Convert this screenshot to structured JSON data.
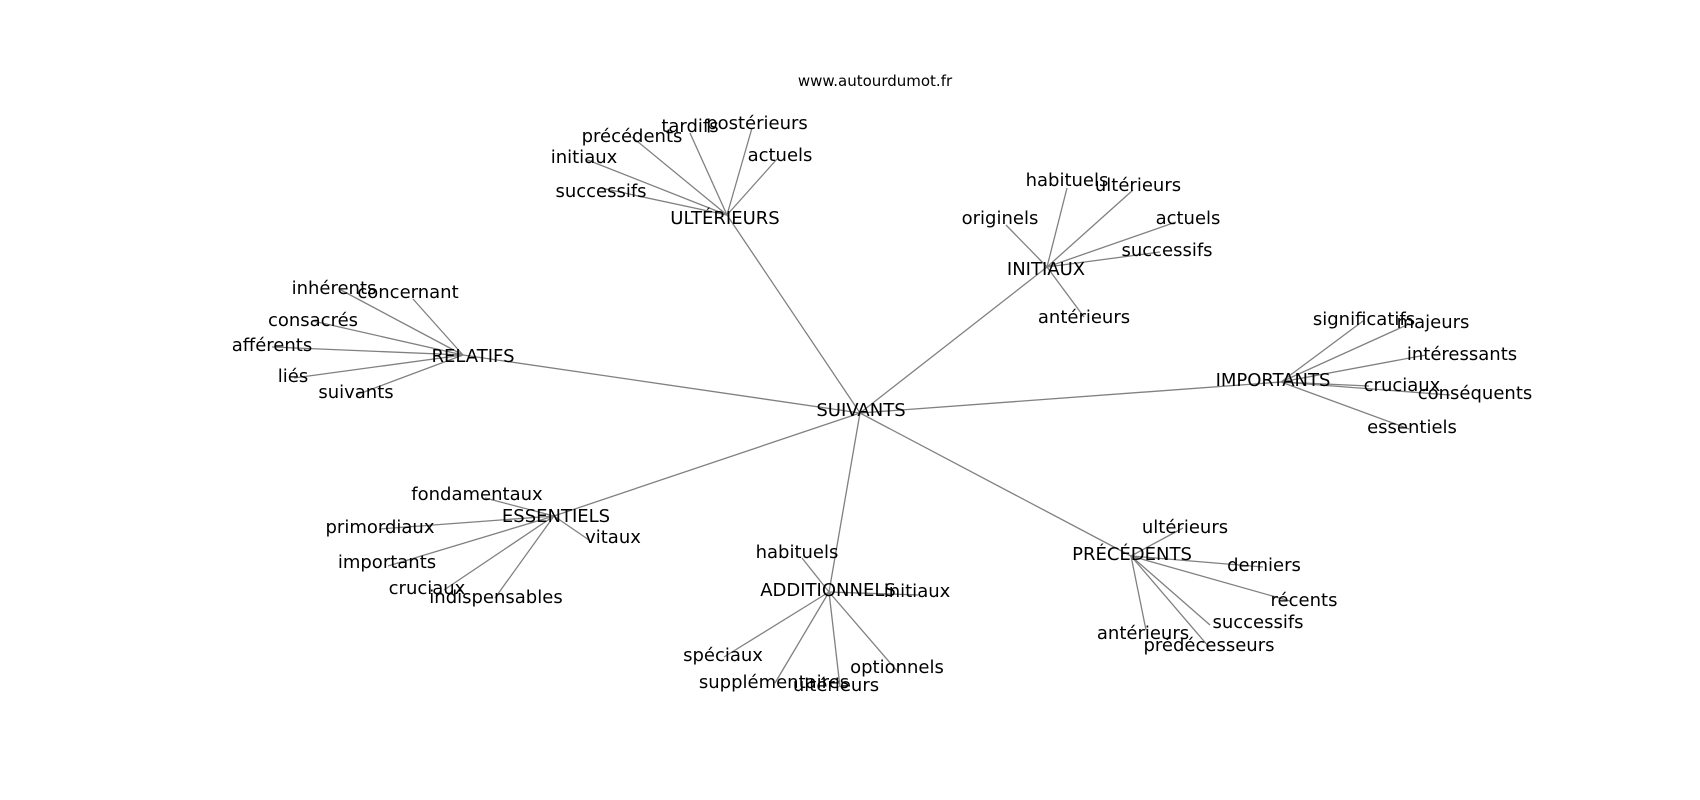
{
  "source": "www.autourdumot.fr",
  "center": {
    "label": "SUIVANTS"
  },
  "groups": [
    {
      "label": "ULTÉRIEURS",
      "children": [
        "précédents",
        "tardifs",
        "postérieurs",
        "initiaux",
        "actuels",
        "successifs"
      ]
    },
    {
      "label": "INITIAUX",
      "children": [
        "habituels",
        "ultérieurs",
        "actuels",
        "successifs",
        "originels",
        "antérieurs"
      ]
    },
    {
      "label": "RELATIFS",
      "children": [
        "inhérents",
        "concernant",
        "consacrés",
        "afférents",
        "liés",
        "suivants"
      ]
    },
    {
      "label": "IMPORTANTS",
      "children": [
        "significatifs",
        "majeurs",
        "intéressants",
        "cruciaux",
        "conséquents",
        "essentiels"
      ]
    },
    {
      "label": "ESSENTIELS",
      "children": [
        "fondamentaux",
        "primordiaux",
        "vitaux",
        "importants",
        "cruciaux",
        "indispensables"
      ]
    },
    {
      "label": "ADDITIONNELS",
      "children": [
        "habituels",
        "initiaux",
        "spéciaux",
        "optionnels",
        "supplémentaires",
        "ultérieurs"
      ]
    },
    {
      "label": "PRÉCÉDENTS",
      "children": [
        "ultérieurs",
        "derniers",
        "récents",
        "successifs",
        "antérieurs",
        "prédécesseurs"
      ]
    }
  ],
  "colors": {
    "edge": "#808080",
    "text": "#000000",
    "background": "#ffffff"
  }
}
